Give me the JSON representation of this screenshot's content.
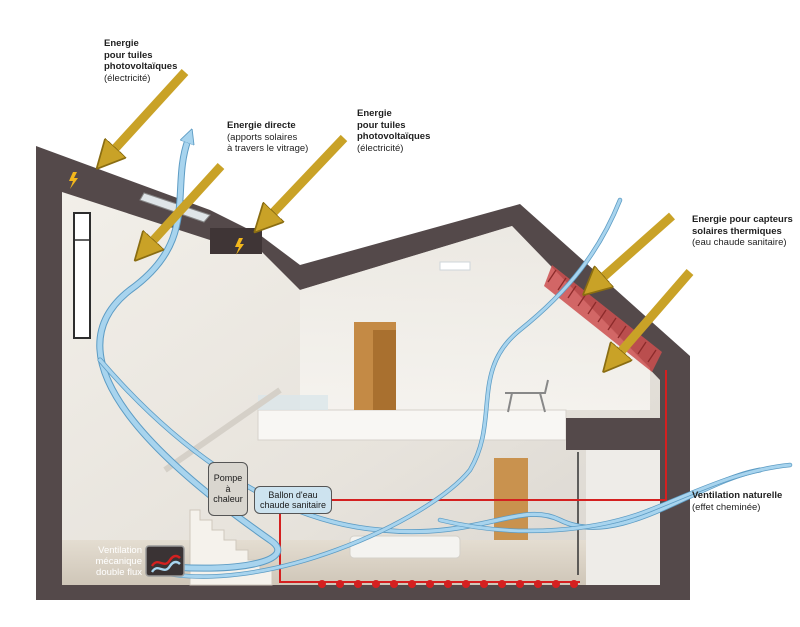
{
  "labels": {
    "pv_top_left": {
      "title": [
        "Energie",
        "pour tuiles",
        "photovoltaïques"
      ],
      "sub": [
        "(électricité)"
      ]
    },
    "direct_energy": {
      "title": [
        "Energie directe"
      ],
      "sub": [
        "(apports solaires",
        "à travers le vitrage)"
      ]
    },
    "pv_center": {
      "title": [
        "Energie",
        "pour tuiles",
        "photovoltaïques"
      ],
      "sub": [
        "(électricité)"
      ]
    },
    "thermal": {
      "title": [
        "Energie pour capteurs",
        "solaires thermiques"
      ],
      "sub": [
        "(eau chaude sanitaire)"
      ]
    },
    "natural_vent": {
      "title": [
        "Ventilation naturelle"
      ],
      "sub": [
        "(effet cheminée)"
      ]
    },
    "heat_pump": [
      "Pompe",
      "à",
      "chaleur"
    ],
    "water_tank": [
      "Ballon d'eau",
      "chaude sanitaire"
    ],
    "mechanical_vent": [
      "Ventilation",
      "mécanique",
      "double flux"
    ]
  },
  "colors": {
    "wall": "#54494a",
    "solar_arrow": "#c9a227",
    "air_flow": "#a8d4ee",
    "hot_water_pipe": "#d42020",
    "thermal_collector": "#cc4f4f"
  },
  "icons": [
    "lightning-icon",
    "ventilation-unit-icon"
  ]
}
